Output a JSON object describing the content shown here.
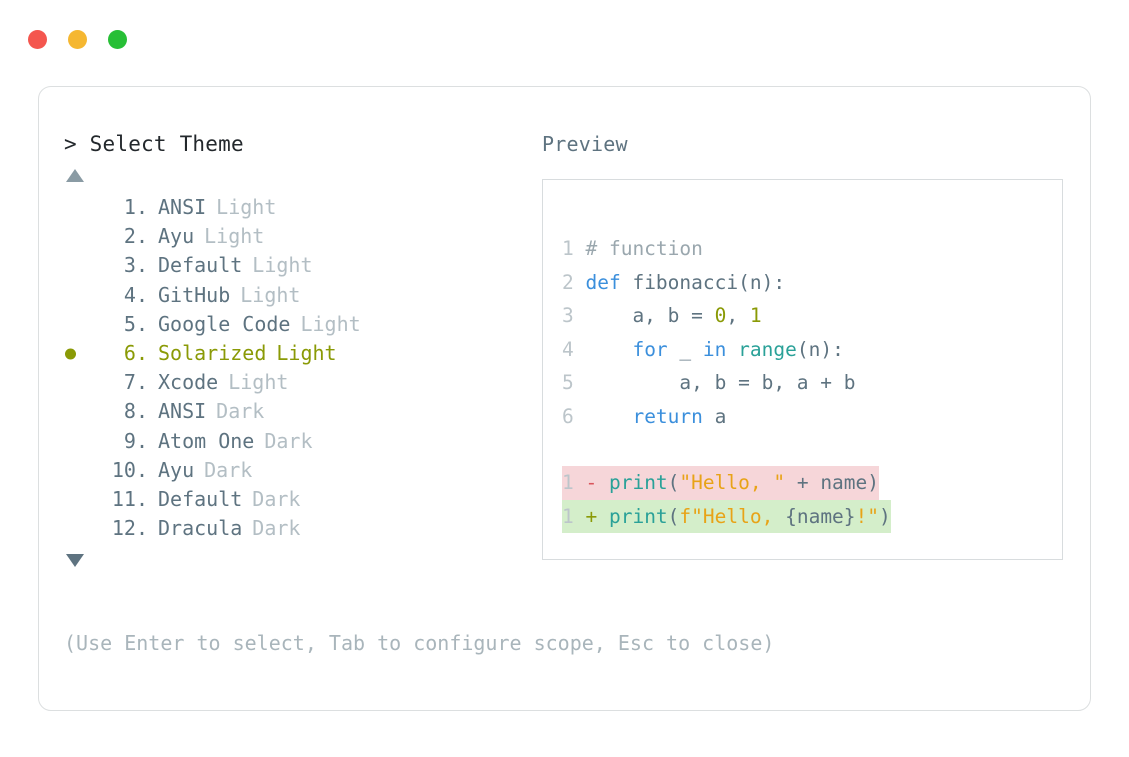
{
  "window": {
    "traffic_lights": [
      {
        "name": "close-button",
        "color": "#f4564e"
      },
      {
        "name": "minimize-button",
        "color": "#f5b731"
      },
      {
        "name": "maximize-button",
        "color": "#27bf36"
      }
    ]
  },
  "picker": {
    "prompt": "> Select Theme",
    "scroll_up_indicator": "▲",
    "scroll_down_indicator": "▼",
    "selected_index": 6,
    "items": [
      {
        "num": "1.",
        "name": "ANSI",
        "variant": "Light",
        "selected": false
      },
      {
        "num": "2.",
        "name": "Ayu",
        "variant": "Light",
        "selected": false
      },
      {
        "num": "3.",
        "name": "Default",
        "variant": "Light",
        "selected": false
      },
      {
        "num": "4.",
        "name": "GitHub",
        "variant": "Light",
        "selected": false
      },
      {
        "num": "5.",
        "name": "Google Code",
        "variant": "Light",
        "selected": false
      },
      {
        "num": "6.",
        "name": "Solarized",
        "variant": "Light",
        "selected": true
      },
      {
        "num": "7.",
        "name": "Xcode",
        "variant": "Light",
        "selected": false
      },
      {
        "num": "8.",
        "name": "ANSI",
        "variant": "Dark",
        "selected": false
      },
      {
        "num": "9.",
        "name": "Atom One",
        "variant": "Dark",
        "selected": false
      },
      {
        "num": "10.",
        "name": "Ayu",
        "variant": "Dark",
        "selected": false
      },
      {
        "num": "11.",
        "name": "Default",
        "variant": "Dark",
        "selected": false
      },
      {
        "num": "12.",
        "name": "Dracula",
        "variant": "Dark",
        "selected": false
      }
    ]
  },
  "preview": {
    "label": "Preview",
    "code_lines": [
      {
        "ln": "1",
        "tokens": [
          {
            "t": "# function",
            "c": "comment"
          }
        ]
      },
      {
        "ln": "2",
        "tokens": [
          {
            "t": "def ",
            "c": "kw"
          },
          {
            "t": "fibonacci(n):",
            "c": "fn"
          }
        ]
      },
      {
        "ln": "3",
        "tokens": [
          {
            "t": "    a, b = ",
            "c": "plain"
          },
          {
            "t": "0",
            "c": "num"
          },
          {
            "t": ", ",
            "c": "plain"
          },
          {
            "t": "1",
            "c": "num"
          }
        ]
      },
      {
        "ln": "4",
        "tokens": [
          {
            "t": "    ",
            "c": "plain"
          },
          {
            "t": "for",
            "c": "kw"
          },
          {
            "t": " _ ",
            "c": "plain"
          },
          {
            "t": "in",
            "c": "kw"
          },
          {
            "t": " ",
            "c": "plain"
          },
          {
            "t": "range",
            "c": "builtin"
          },
          {
            "t": "(n):",
            "c": "plain"
          }
        ]
      },
      {
        "ln": "5",
        "tokens": [
          {
            "t": "        a, b = b, a + b",
            "c": "plain"
          }
        ]
      },
      {
        "ln": "6",
        "tokens": [
          {
            "t": "    ",
            "c": "plain"
          },
          {
            "t": "return",
            "c": "kw"
          },
          {
            "t": " a",
            "c": "plain"
          }
        ]
      }
    ],
    "diff_lines": [
      {
        "ln": "1",
        "kind": "del",
        "marker": "-",
        "tokens": [
          {
            "t": "print",
            "c": "builtin"
          },
          {
            "t": "(",
            "c": "punct"
          },
          {
            "t": "\"Hello, \"",
            "c": "str"
          },
          {
            "t": " + name)",
            "c": "plain"
          }
        ]
      },
      {
        "ln": "1",
        "kind": "add",
        "marker": "+",
        "tokens": [
          {
            "t": "print",
            "c": "builtin"
          },
          {
            "t": "(",
            "c": "punct"
          },
          {
            "t": "f\"Hello, ",
            "c": "str"
          },
          {
            "t": "{name}",
            "c": "plain"
          },
          {
            "t": "!\"",
            "c": "str"
          },
          {
            "t": ")",
            "c": "punct"
          }
        ]
      }
    ]
  },
  "footer": {
    "hint": "(Use Enter to select, Tab to configure scope, Esc to close)"
  }
}
